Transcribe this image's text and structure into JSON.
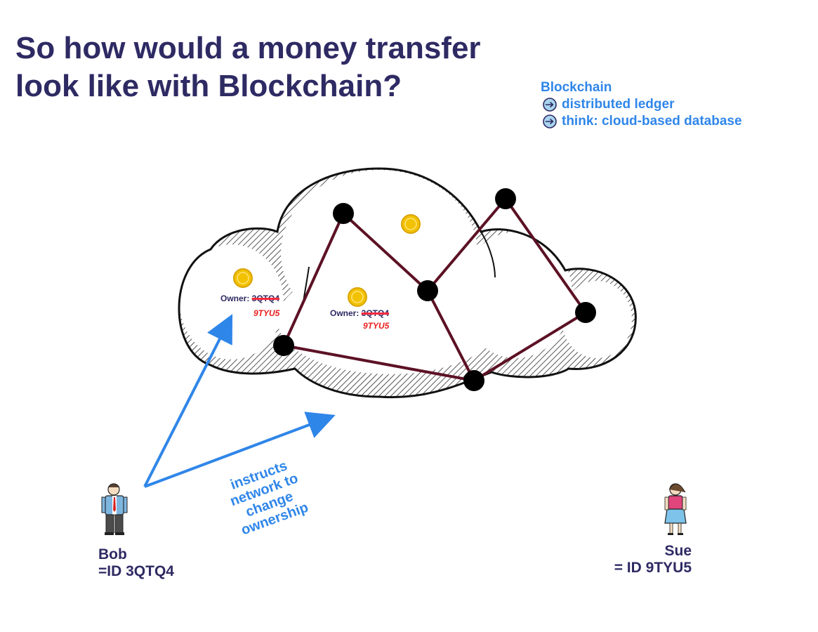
{
  "title": {
    "line1": "So how would a money transfer",
    "line2": "look like with Blockchain?"
  },
  "legend": {
    "heading": "Blockchain",
    "items": [
      {
        "icon": "arrow-right-circle-icon",
        "label": "distributed ledger"
      },
      {
        "icon": "arrow-right-circle-icon",
        "label": "think: cloud-based database"
      }
    ]
  },
  "ledgers": [
    {
      "owner_prefix": "Owner: ",
      "old_id": "3QTQ4",
      "new_id": "9TYU5"
    },
    {
      "owner_prefix": "Owner: ",
      "old_id": "3QTQ4",
      "new_id": "9TYU5"
    }
  ],
  "instruction": {
    "lines": [
      "instructs",
      "network to",
      "change",
      "ownership"
    ]
  },
  "bob": {
    "name": "Bob",
    "id": "=ID 3QTQ4"
  },
  "sue": {
    "name": "Sue",
    "id": "= ID 9TYU5"
  },
  "colors": {
    "title": "#2e2a63",
    "accent_blue": "#2f86e9",
    "edge": "#5c1124",
    "node": "#000000",
    "coin": "#f2c200",
    "strike": "#ff2a3d",
    "new_owner": "#e81f1f"
  }
}
